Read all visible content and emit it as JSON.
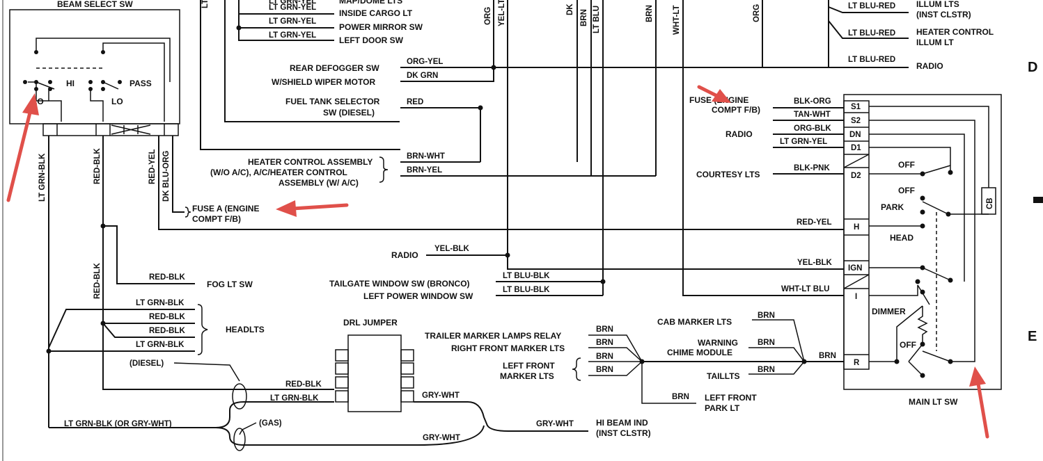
{
  "beam_select": {
    "title": "BEAM SELECT SW",
    "hi": "HI",
    "pass": "PASS",
    "lo": "LO",
    "lo_left": "LO"
  },
  "beam_wires": {
    "lt_grn_blk": "LT GRN-BLK",
    "red_blk": "RED-BLK",
    "red_yel": "RED-YEL",
    "dk_blu_org": "DK BLU-ORG"
  },
  "fuse_a": {
    "line1": "FUSE A (ENGINE",
    "line2": "COMPT F/B)"
  },
  "top_connectors": [
    {
      "wire": "LT GRN-YEL",
      "name": "MAP/DOME LTS"
    },
    {
      "wire": "LT GRN-YEL",
      "name": "INSIDE CARGO LT"
    },
    {
      "wire": "LT GRN-YEL",
      "name": "POWER MIRROR SW"
    },
    {
      "wire": "LT GRN-YEL",
      "name": "LEFT DOOR SW"
    }
  ],
  "vertical_wires": {
    "lt": "LT",
    "org": "ORG",
    "yel_lt": "YEL-LT",
    "dk": "DK",
    "brn": "BRN",
    "lt_blu": "LT BLU",
    "brn2": "BRN",
    "wht_lt": "WHT-LT",
    "org2": "ORG"
  },
  "mid_connectors": {
    "rear_defog": "REAR DEFOGGER SW",
    "rear_defog_wire": "ORG-YEL",
    "wiper": "W/SHIELD WIPER MOTOR",
    "wiper_wire": "DK GRN",
    "fuel1": "FUEL TANK SELECTOR",
    "fuel2": "SW (DIESEL)",
    "fuel_wire": "RED",
    "heater1": "HEATER CONTROL ASSEMBLY",
    "heater2": "(W/O A/C), A/C/HEATER CONTROL",
    "heater3": "ASSEMBLY (W/ A/C)",
    "heater_wire1": "BRN-WHT",
    "heater_wire2": "BRN-YEL",
    "radio": "RADIO",
    "radio_wire": "YEL-BLK",
    "tailgate": "TAILGATE WINDOW SW (BRONCO)",
    "tailgate_wire": "LT BLU-BLK",
    "left_power": "LEFT POWER WINDOW SW",
    "left_power_wire": "LT BLU-BLK"
  },
  "right_top": {
    "illum1": "ILLUM LTS",
    "illum1b": "(INST CLSTR)",
    "illum_wire1": "LT BLU-RED",
    "heater_illum": "HEATER CONTROL",
    "heater_illum2": "ILLUM LT",
    "illum_wire2": "LT BLU-RED",
    "radio": "RADIO",
    "radio_wire": "LT BLU-RED"
  },
  "main_switch": {
    "fuse1": "FUSE (ENGINE",
    "fuse2": "COMPT F/B)",
    "wire_s1": "BLK-ORG",
    "wire_s2": "TAN-WHT",
    "radio": "RADIO",
    "wire_dn": "ORG-BLK",
    "wire_d1": "LT GRN-YEL",
    "courtesy": "COURTESY LTS",
    "wire_d2": "BLK-PNK",
    "terminals": [
      "S1",
      "S2",
      "DN",
      "D1",
      "D2",
      "H",
      "IGN",
      "I",
      "R"
    ],
    "off1": "OFF",
    "off2": "OFF",
    "park": "PARK",
    "head": "HEAD",
    "dimmer": "DIMMER",
    "off3": "OFF",
    "cb": "CB",
    "title": "MAIN LT SW",
    "wire_h": "RED-YEL",
    "wire_ign": "YEL-BLK",
    "wire_i": "WHT-LT BLU",
    "wire_r": "BRN"
  },
  "lower": {
    "fog": "FOG LT SW",
    "fog_wire": "RED-BLK",
    "headlts": "HEADLTS",
    "hw1": "LT GRN-BLK",
    "hw2": "RED-BLK",
    "hw3": "RED-BLK",
    "hw4": "LT GRN-BLK",
    "diesel": "(DIESEL)",
    "gas": "(GAS)",
    "drl": "DRL JUMPER",
    "drl_w1": "RED-BLK",
    "drl_w2": "LT GRN-BLK",
    "drl_w3": "GRY-WHT",
    "bottom_wire": "LT GRN-BLK (OR GRY-WHT)",
    "gry_wht": "GRY-WHT",
    "hibeam_wire": "GRY-WHT",
    "hibeam1": "HI BEAM IND",
    "hibeam2": "(INST CLSTR)",
    "trailer": "TRAILER MARKER LAMPS RELAY",
    "right_front": "RIGHT FRONT MARKER LTS",
    "left_front1": "LEFT FRONT",
    "left_front2": "MARKER LTS",
    "brn": "BRN",
    "cab": "CAB MARKER LTS",
    "warn1": "WARNING",
    "warn2": "CHIME MODULE",
    "tail": "TAILLTS",
    "lf_park1": "LEFT FRONT",
    "lf_park2": "PARK LT"
  },
  "margin_letters": {
    "d": "D",
    "e": "E"
  }
}
